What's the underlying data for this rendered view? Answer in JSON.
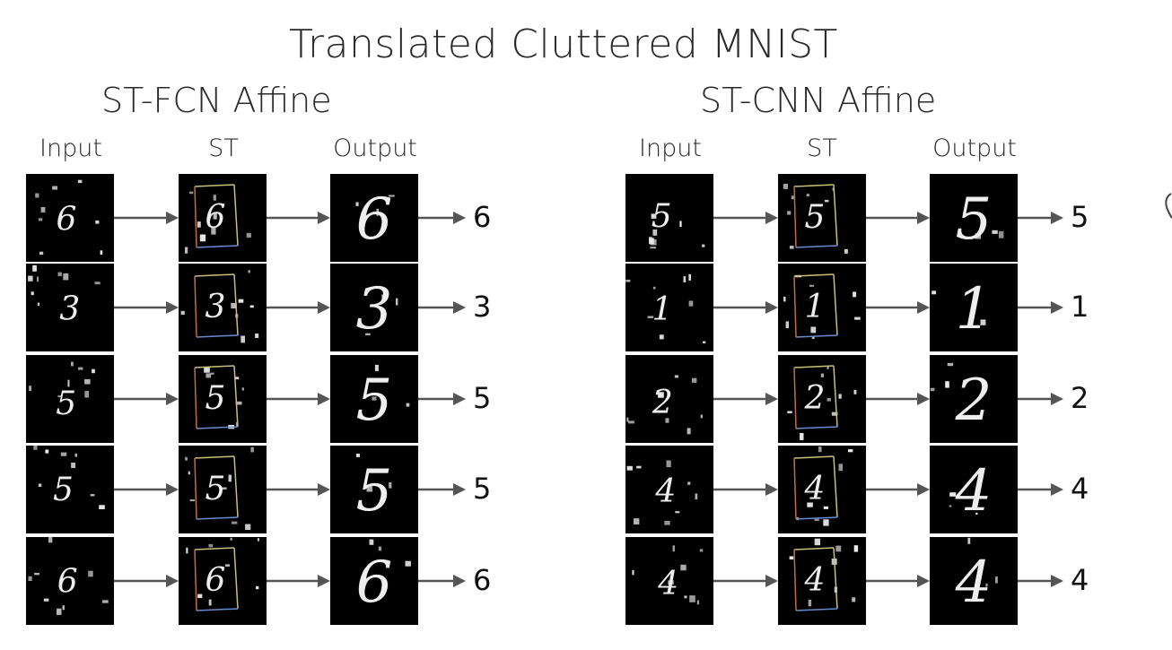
{
  "title": "Translated Cluttered MNIST",
  "panels": [
    {
      "name": "ST-FCN Affine",
      "columns": [
        "Input",
        "ST",
        "Output"
      ],
      "rows": [
        {
          "digit": "6",
          "result": "6"
        },
        {
          "digit": "3",
          "result": "3"
        },
        {
          "digit": "5",
          "result": "5"
        },
        {
          "digit": "5",
          "result": "5"
        },
        {
          "digit": "6",
          "result": "6"
        }
      ]
    },
    {
      "name": "ST-CNN Affine",
      "columns": [
        "Input",
        "ST",
        "Output"
      ],
      "rows": [
        {
          "digit": "5",
          "result": "5"
        },
        {
          "digit": "1",
          "result": "1"
        },
        {
          "digit": "2",
          "result": "2"
        },
        {
          "digit": "4",
          "result": "4"
        },
        {
          "digit": "4",
          "result": "4"
        }
      ]
    }
  ],
  "colors": {
    "background": "#ffffff",
    "tile": "#000000",
    "digit": "#eeeeee",
    "arrow": "#555555",
    "st_box_top": "#c8c07a",
    "st_box_left": "#c0703a",
    "st_box_bottom": "#6a8ad0"
  }
}
